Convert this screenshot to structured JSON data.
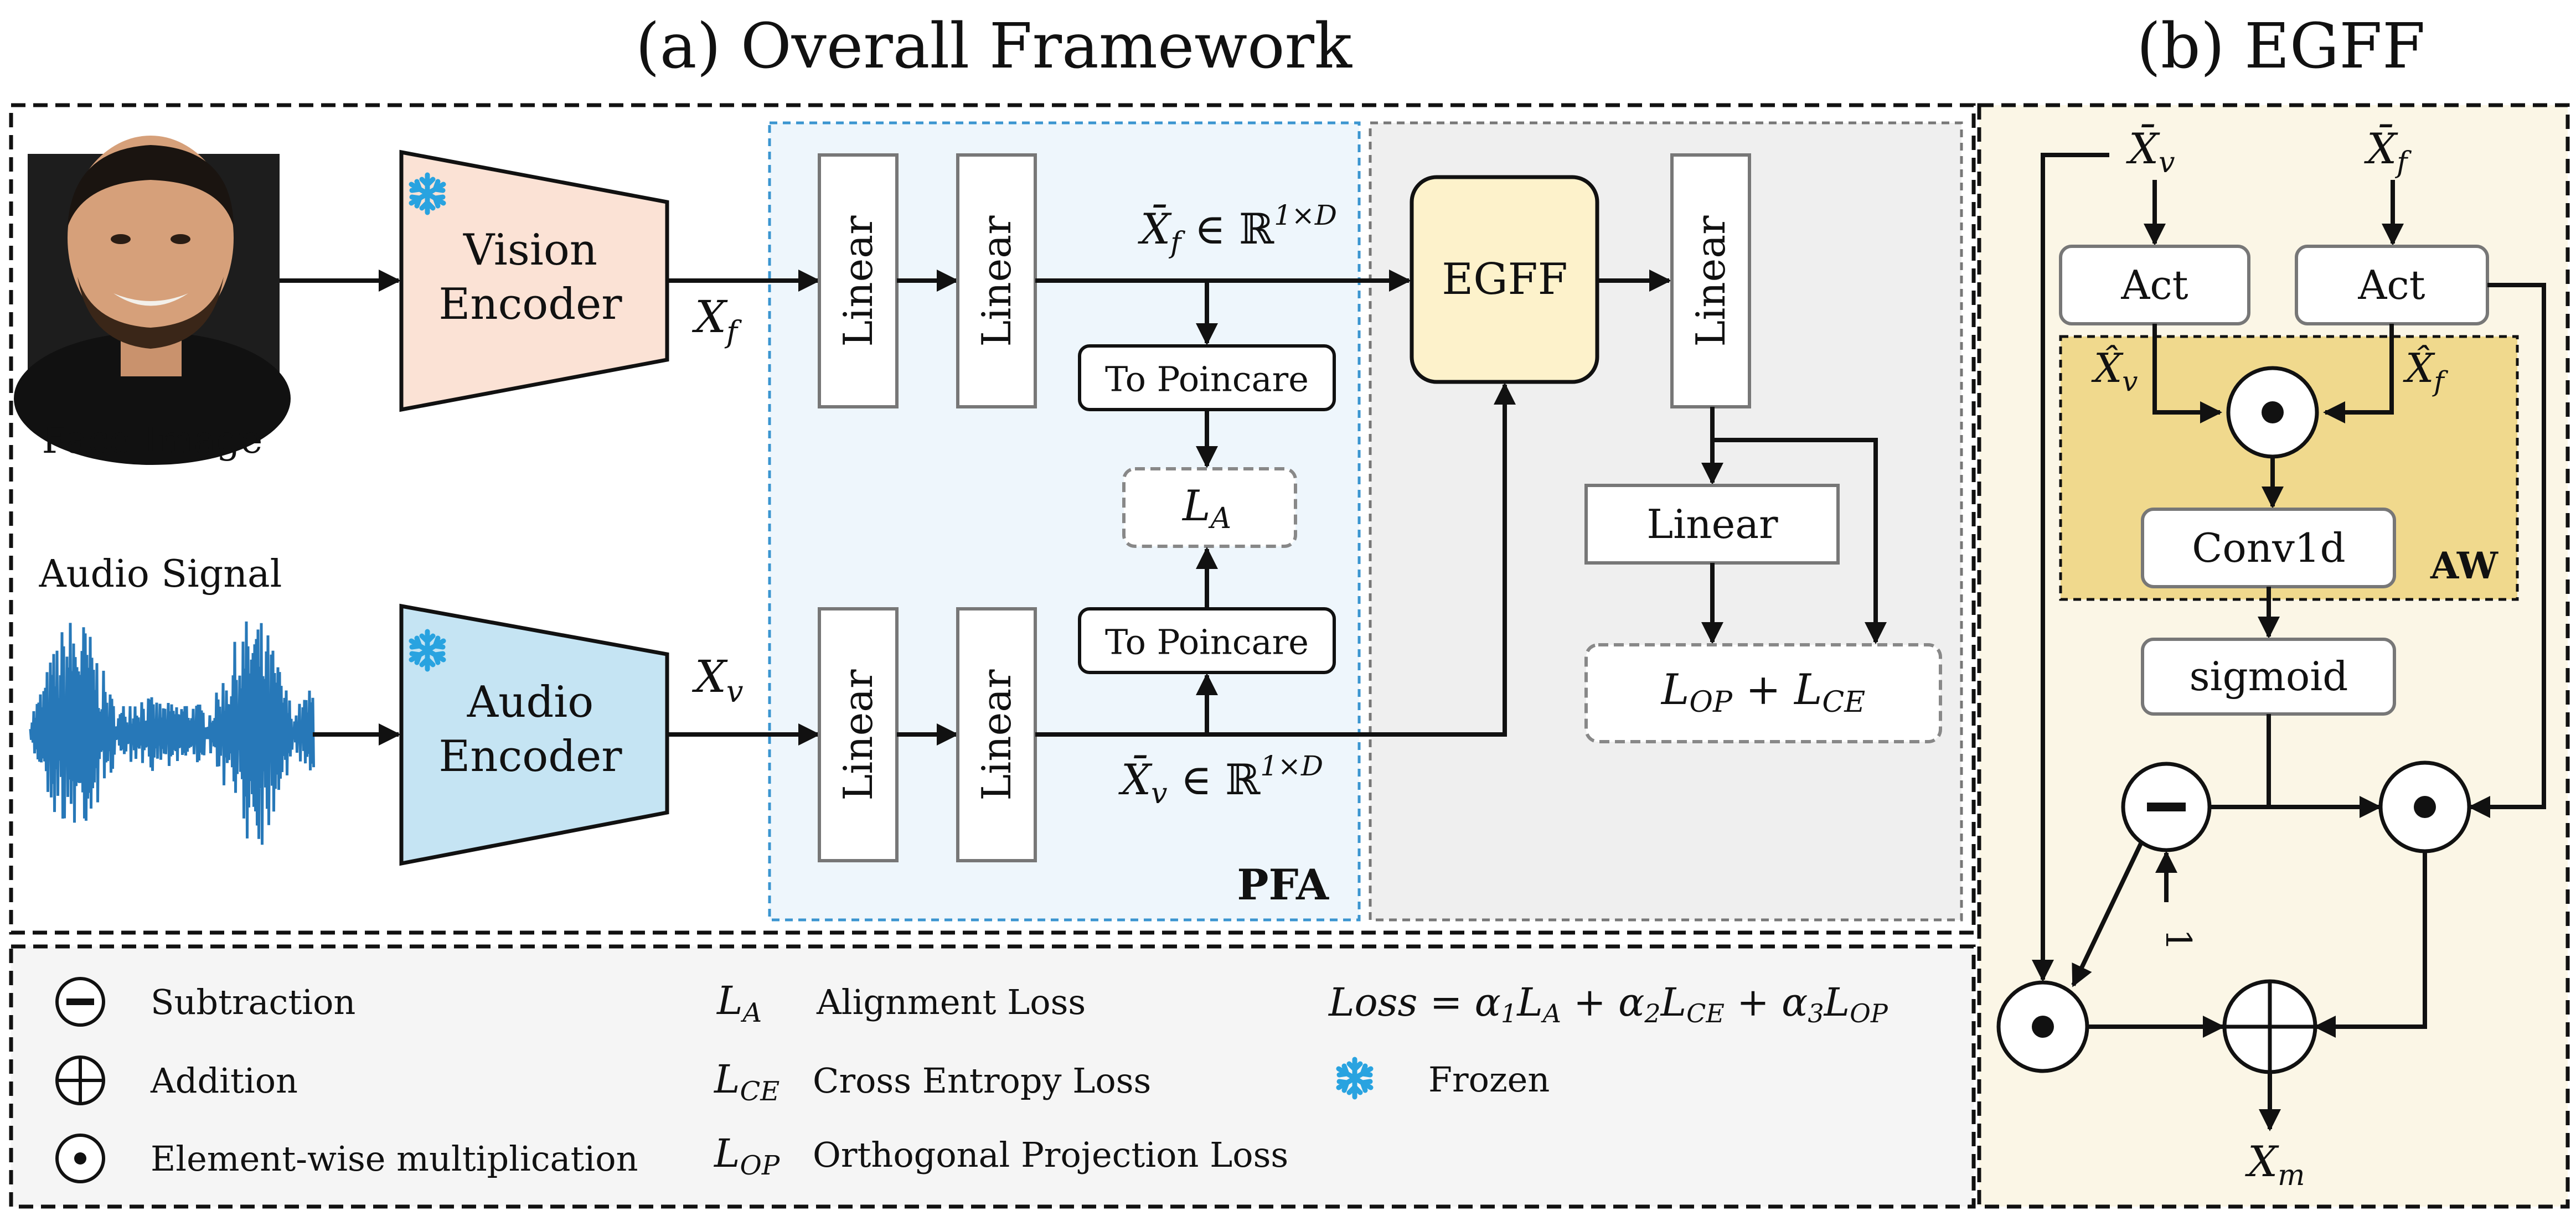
{
  "titles": {
    "overall": "(a) Overall Framework",
    "egff": "(b) EGFF"
  },
  "framework": {
    "face_label": "Face Image",
    "audio_label": "Audio Signal",
    "vision_encoder": [
      "Vision",
      "Encoder"
    ],
    "audio_encoder": [
      "Audio",
      "Encoder"
    ],
    "xf": "X",
    "xf_sub": "f",
    "xv": "X",
    "xv_sub": "v",
    "linear": "Linear",
    "to_poincare": "To Poincare",
    "la": "L",
    "la_sub": "A",
    "xf_bar": "X̄",
    "xf_bar_sub": "f",
    "in_r": "∈ ℝ",
    "dim_sup": "1×D",
    "xv_bar": "X̄",
    "xv_bar_sub": "v",
    "pfa": "PFA",
    "egff_block": "EGFF",
    "loss_box": {
      "l1": "L",
      "s1": "OP",
      "plus": " + ",
      "l2": "L",
      "s2": "CE"
    }
  },
  "egff": {
    "xv_bar": "X̄",
    "xv_sub": "v",
    "xf_bar": "X̄",
    "xf_sub": "f",
    "act": "Act",
    "xv_hat": "X̂",
    "xf_hat": "X̂",
    "conv": "Conv1d",
    "aw": "AW",
    "sigmoid": "sigmoid",
    "one": "1",
    "xm": "X",
    "xm_sub": "m"
  },
  "legend": {
    "subtraction": "Subtraction",
    "addition": "Addition",
    "elementwise": "Element-wise multiplication",
    "la": {
      "sym": "L",
      "sub": "A",
      "desc": "Alignment Loss"
    },
    "lce": {
      "sym": "L",
      "sub": "CE",
      "desc": "Cross Entropy Loss"
    },
    "lop": {
      "sym": "L",
      "sub": "OP",
      "desc": "Orthogonal Projection Loss"
    },
    "formula": {
      "loss": "Loss",
      "eq": " = ",
      "a1": "α",
      "a1s": "1",
      "L1": "L",
      "L1s": "A",
      "p1": " + ",
      "a2": "α",
      "a2s": "2",
      "L2": "L",
      "L2s": "CE",
      "p2": " + ",
      "a3": "α",
      "a3s": "3",
      "L3": "L",
      "L3s": "OP"
    },
    "frozen": "Frozen"
  },
  "colors": {
    "vision_encoder": "#fbe2d5",
    "audio_encoder": "#c5e4f3",
    "pfa_bg": "#eef6fc",
    "pfa_border": "#3b95d0",
    "gray_bg": "#efefef",
    "egff_block": "#fdf2cb",
    "egff_panel": "#fbf6e6",
    "aw_bg": "#f0d98d",
    "snowflake": "#29a3e0",
    "waveform": "#2778b8"
  },
  "icons": [
    "snowflake-icon",
    "face-photo",
    "waveform-icon",
    "minus-circle-icon",
    "plus-circle-icon",
    "dot-circle-icon"
  ]
}
